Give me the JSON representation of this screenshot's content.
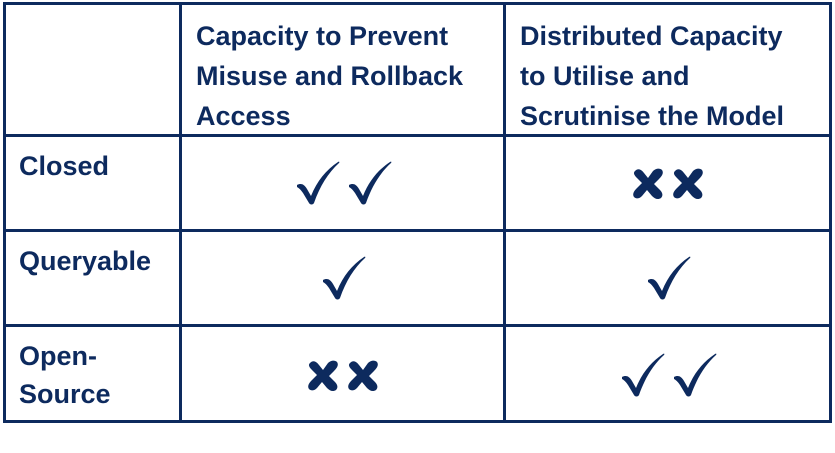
{
  "table": {
    "columns": [
      "",
      "Capacity to Prevent Misuse and Rollback Access",
      "Distributed Capacity to Utilise and Scrutinise the Model"
    ],
    "rows": [
      {
        "label": "Closed",
        "prevent_misuse": {
          "symbol": "check",
          "count": 2
        },
        "scrutinise": {
          "symbol": "cross",
          "count": 2
        }
      },
      {
        "label": "Queryable",
        "prevent_misuse": {
          "symbol": "check",
          "count": 1
        },
        "scrutinise": {
          "symbol": "check",
          "count": 1
        }
      },
      {
        "label": "Open-Source",
        "prevent_misuse": {
          "symbol": "cross",
          "count": 2
        },
        "scrutinise": {
          "symbol": "check",
          "count": 2
        }
      }
    ]
  },
  "colors": {
    "ink": "#0d2a5e",
    "background": "#ffffff"
  }
}
